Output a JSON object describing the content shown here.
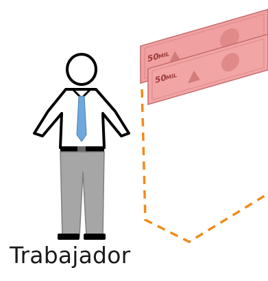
{
  "caption": "Trabajador",
  "banknote": {
    "denomination": "50",
    "denomination_word": "MIL"
  },
  "colors": {
    "banknote_fill": "#f0a0a0",
    "banknote_edge": "#c46a6a",
    "path_dashes": "#f28a1c",
    "tie": "#6fa8dc",
    "pants": "#a6a6a6",
    "outline": "#000000"
  },
  "icons": [
    "worker-icon",
    "banknote-icon",
    "money-flow-path"
  ]
}
